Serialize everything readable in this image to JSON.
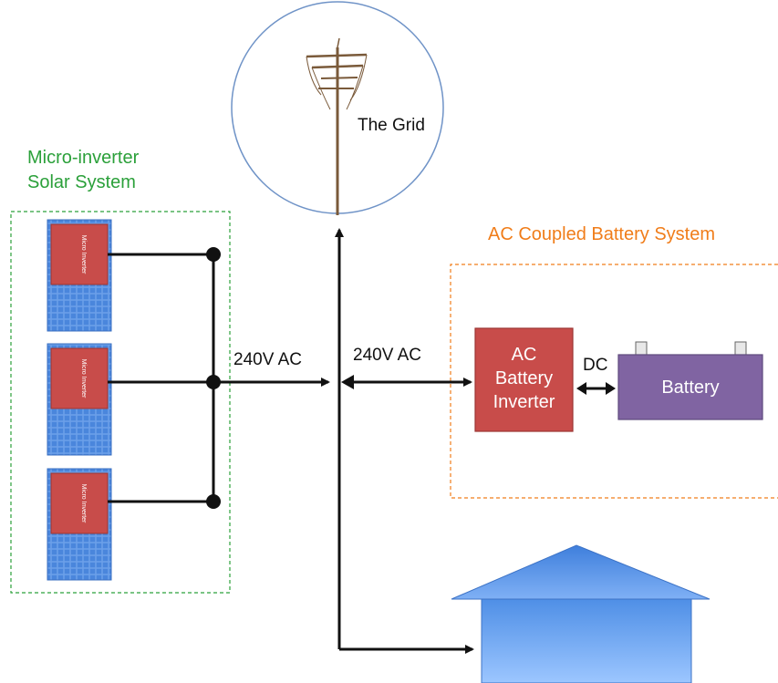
{
  "labels": {
    "solar_section_line1": "Micro-inverter",
    "solar_section_line2": "Solar System",
    "battery_section": "AC Coupled Battery System",
    "grid": "The Grid",
    "left_voltage": "240V AC",
    "right_voltage": "240V AC",
    "dc": "DC",
    "ac_inverter_line1": "AC",
    "ac_inverter_line2": "Battery",
    "ac_inverter_line3": "Inverter",
    "battery": "Battery",
    "micro_inverter": "Micro Inverter"
  },
  "colors": {
    "green_border": "#2ba03a",
    "orange_border": "#f07d1a",
    "inverter_red": "#c84c4a",
    "battery_purple": "#8064a2",
    "panel_blue": "#5b8fe0",
    "house_blue": "#6aa6f0",
    "grid_circle": "#6f93c7"
  }
}
